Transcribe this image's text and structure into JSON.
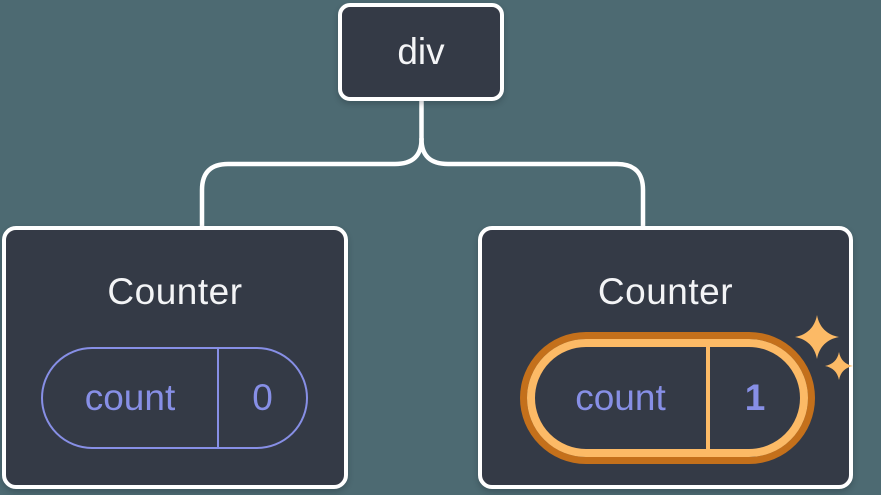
{
  "figure": {
    "kind": "react-render-tree-diagram",
    "root_node": {
      "label": "div"
    },
    "children": [
      {
        "title": "Counter",
        "state": {
          "key": "count",
          "value": "0"
        },
        "highlighted": false
      },
      {
        "title": "Counter",
        "state": {
          "key": "count",
          "value": "1"
        },
        "highlighted": true
      }
    ]
  },
  "icons": {
    "sparkle": "four-pointed-sparkle-stars"
  },
  "colors": {
    "canvas_background": "#4d6a72",
    "node_background": "#343a46",
    "node_border": "#ffffff",
    "connector_line": "#ffffff",
    "state_accent_purple": "#878fe6",
    "highlight_ring_outer": "#c4701b",
    "highlight_ring_inner": "#fcba66",
    "sparkle_color": "#fcba66",
    "title_text": "#f3f4f6"
  }
}
